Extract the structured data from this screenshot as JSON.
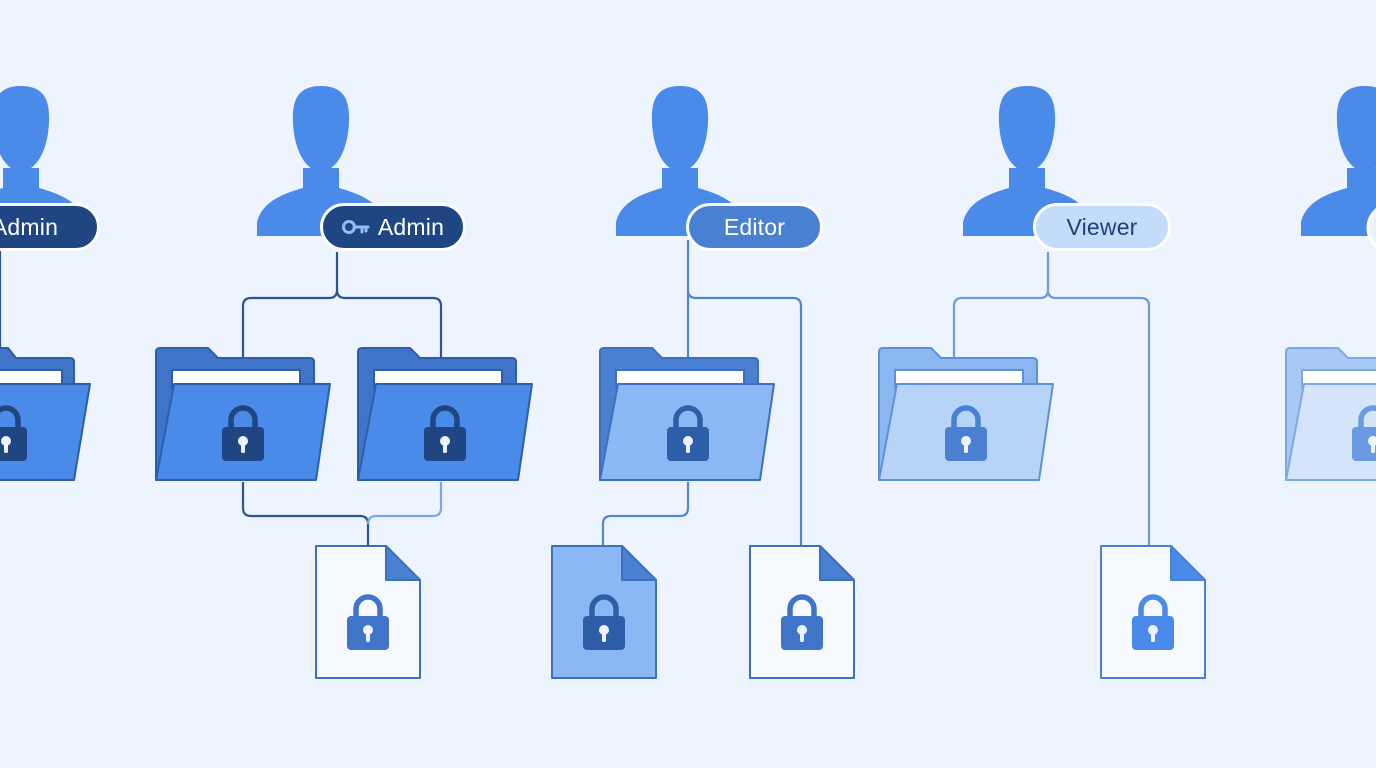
{
  "roles": {
    "left_cut": {
      "label": "Admin"
    },
    "admin": {
      "label": "Admin"
    },
    "editor": {
      "label": "Editor"
    },
    "viewer": {
      "label": "Viewer"
    }
  },
  "icons": {
    "user": "user-icon",
    "key": "key-icon",
    "folder": "folder-icon",
    "file": "file-icon",
    "lock": "lock-icon"
  },
  "colors": {
    "background": "#eef4fd",
    "user": "#4a8ae8",
    "admin_pill": "#1f4682",
    "editor_pill": "#4a80d2",
    "viewer_pill": "#c3dcfa",
    "connector_admin": "#2b5591",
    "connector_editor": "#4f86d3",
    "connector_viewer": "#6a9be0"
  }
}
